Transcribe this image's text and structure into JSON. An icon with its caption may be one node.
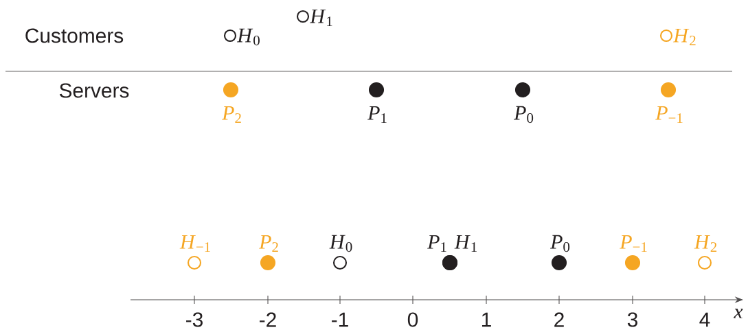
{
  "diagram": {
    "nodes": [
      {
        "text": [
          "*H*$_{1}$"
        ]
      },
      {
        "text": [
          "*H*$_{0}$"
        ]
      },
      {
        "text": [
          "*H*$_{2}$"
        ]
      },
      {
        "text": [
          "*P*$_{2}$"
        ]
      },
      {
        "text": [
          "*P*$_{1}$"
        ]
      },
      {
        "text": [
          "*P*$_{0}$"
        ]
      },
      {
        "text": [
          "*P*$_{−1}$"
        ]
      },
      {
        "text": [
          "*H*$_{−1}$"
        ]
      },
      {
        "text": [
          "*P*$_{2}$"
        ]
      },
      {
        "text": [
          "*H*$_{0}$"
        ]
      },
      {
        "text": [
          "*P*$_{1}$"
        ]
      },
      {
        "text": [
          "*H*$_{1}$"
        ]
      },
      {
        "text": [
          "*P*$_{0}$"
        ]
      },
      {
        "text": [
          "*P*$_{−1}$"
        ]
      },
      {
        "text": [
          "*H*$_{2}$"
        ]
      }
    ],
    "labels": [
      "Customers",
      "Servers",
      "-3",
      "-2",
      "-1",
      "0",
      "1",
      "2",
      "3",
      "4",
      "x"
    ]
  }
}
